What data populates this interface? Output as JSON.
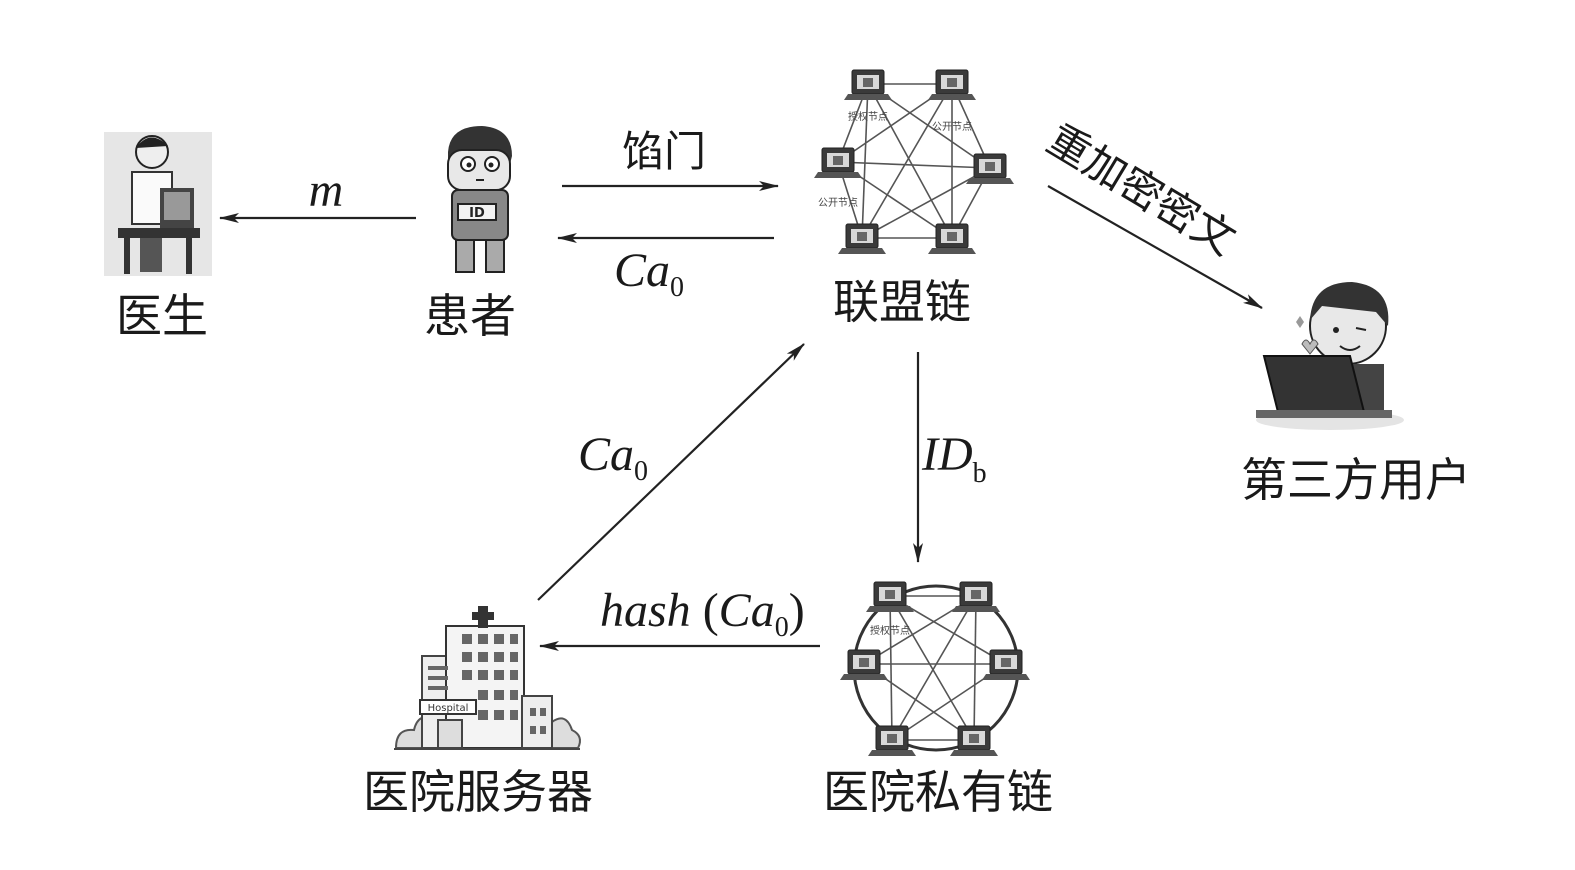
{
  "nodes": {
    "doctor": {
      "label": "医生",
      "icon": "doctor-at-desk-icon"
    },
    "patient": {
      "label": "患者",
      "icon": "patient-icon"
    },
    "consortium_chain": {
      "label": "联盟链",
      "icon": "network-nodes-icon",
      "node_tags": [
        "授权节点",
        "公开节点",
        "公开节点"
      ]
    },
    "third_party": {
      "label": "第三方用户",
      "icon": "laptop-user-icon"
    },
    "hospital_server": {
      "label": "医院服务器",
      "icon": "hospital-building-icon",
      "sign": "Hospital"
    },
    "hospital_chain": {
      "label": "医院私有链",
      "icon": "ring-network-icon",
      "node_tags": [
        "授权节点"
      ]
    }
  },
  "edges": {
    "patient_to_doctor": {
      "label": "m"
    },
    "patient_to_chain": {
      "label": "馅门"
    },
    "chain_to_patient": {
      "label_main": "Ca",
      "label_sub": "0"
    },
    "chain_to_third_party": {
      "label": "重加密密文"
    },
    "chain_to_hospital_chain": {
      "label_main": "ID",
      "label_sub": "b"
    },
    "hospital_chain_to_server": {
      "label_fn": "hash",
      "label_open": "(",
      "label_main": "Ca",
      "label_sub": "0",
      "label_close": ")"
    },
    "server_to_chain": {
      "label_main": "Ca",
      "label_sub": "0"
    }
  }
}
